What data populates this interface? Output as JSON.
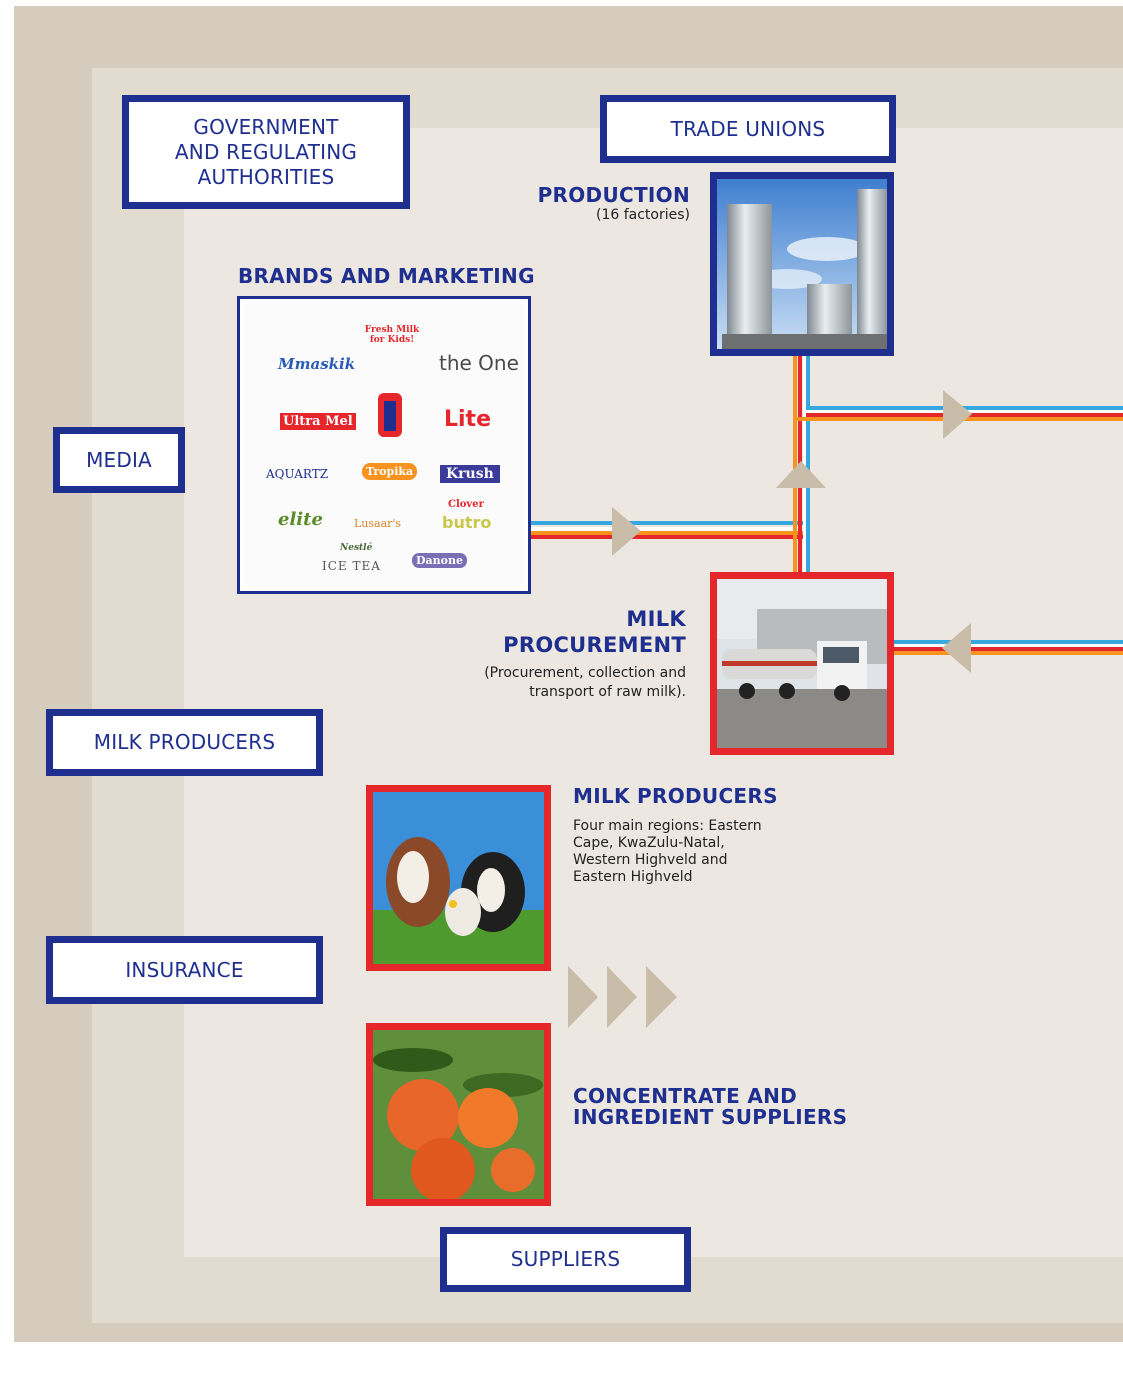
{
  "stakeholders": {
    "government": "GOVERNMENT\nAND REGULATING\nAUTHORITIES",
    "trade_unions": "TRADE UNIONS",
    "media": "MEDIA",
    "milk_producers": "MILK PRODUCERS",
    "insurance": "INSURANCE",
    "suppliers": "SUPPLIERS"
  },
  "production": {
    "title": "PRODUCTION",
    "subtitle": "(16 factories)"
  },
  "brands": {
    "title": "BRANDS AND MARKETING",
    "logos": [
      "Mmaskik",
      "Fresh Milk for Kids!",
      "the One",
      "Ultra Mel",
      "Lite",
      "AQUARTZ",
      "Tropika",
      "Krush",
      "elite",
      "Lusaar's",
      "Clover",
      "butro",
      "Nestlé",
      "ICE TEA",
      "Danone"
    ]
  },
  "milk_procurement": {
    "title": "MILK\nPROCUREMENT",
    "subtitle": "(Procurement, collection and\ntransport of raw milk)."
  },
  "milk_producers_section": {
    "title": "MILK PRODUCERS",
    "description": "Four main regions: Eastern\nCape, KwaZulu-Natal,\nWestern Highveld and\nEastern Highveld"
  },
  "concentrate": {
    "title": "CONCENTRATE AND\nINGREDIENT SUPPLIERS"
  },
  "colors": {
    "navy": "#1f2f8f",
    "red": "#e5262b",
    "blue_line": "#35a8e0",
    "orange_line": "#f7931e",
    "arrow": "#c9bca8"
  }
}
